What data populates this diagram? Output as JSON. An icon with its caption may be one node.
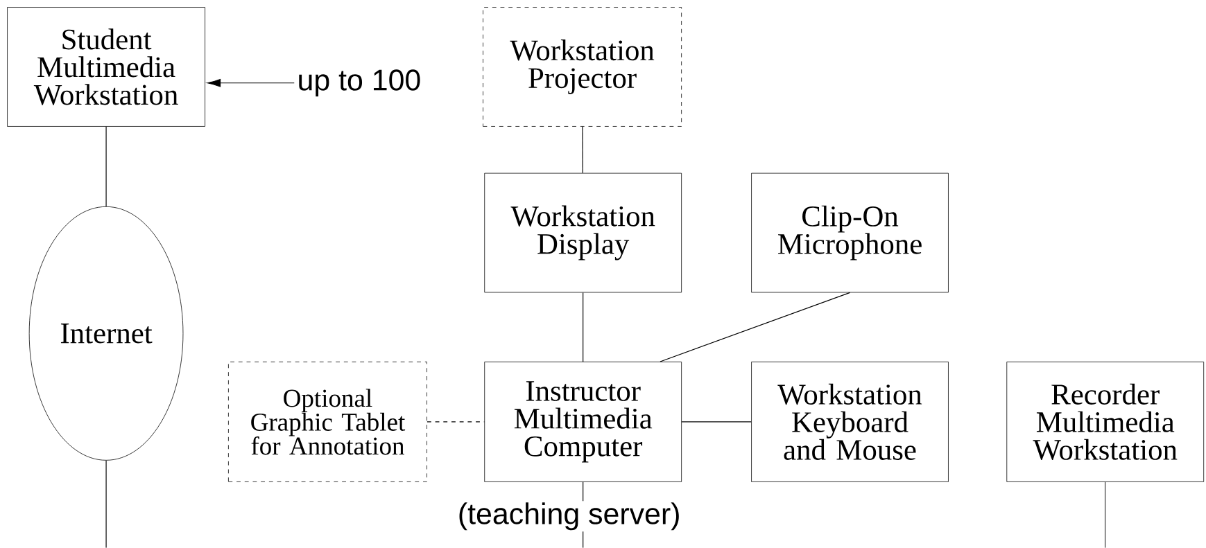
{
  "diagram": {
    "nodes": [
      {
        "text": [
          "Student Multimedia Workstation"
        ]
      },
      {
        "text": [
          "up to 100"
        ]
      },
      {
        "text": [
          "Internet"
        ]
      },
      {
        "text": [
          "Workstation Projector"
        ]
      },
      {
        "text": [
          "Workstation Display"
        ]
      },
      {
        "text": [
          "Clip-On Microphone"
        ]
      },
      {
        "text": [
          "Optional Graphic Tablet for Annotation"
        ]
      },
      {
        "text": [
          "Instructor Multimedia Computer"
        ],
        "beside": [
          "(teaching server)"
        ]
      },
      {
        "text": [
          "Workstation Keyboard and Mouse"
        ]
      },
      {
        "text": [
          "Recorder Multimedia Workstation"
        ]
      }
    ],
    "edges": [
      {
        "from": 1,
        "to": 0,
        "arrow": "to"
      },
      {
        "from": 0,
        "to": 2,
        "arrow": "none"
      },
      {
        "from": 2,
        "to": null,
        "arrow": "none"
      },
      {
        "from": 3,
        "to": 4,
        "arrow": "none"
      },
      {
        "from": 4,
        "to": 7,
        "arrow": "none"
      },
      {
        "from": 5,
        "to": 7,
        "arrow": "none"
      },
      {
        "from": 6,
        "to": 7,
        "arrow": "none",
        "style": "dashed"
      },
      {
        "from": 7,
        "to": 8,
        "arrow": "none"
      },
      {
        "from": 7,
        "to": null,
        "arrow": "none"
      },
      {
        "from": 9,
        "to": null,
        "arrow": "none"
      }
    ]
  }
}
